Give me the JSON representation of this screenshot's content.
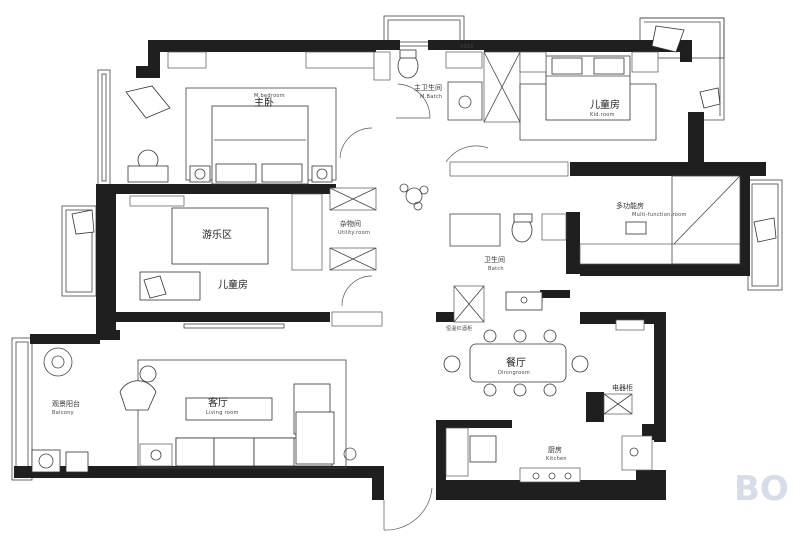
{
  "rooms": {
    "master_bedroom": {
      "cn": "主卧",
      "en": "M.bedroom"
    },
    "master_bath": {
      "cn": "主卫生间",
      "en": "M.Batch"
    },
    "kids_room_top": {
      "cn": "儿童房",
      "en": "Kid.room"
    },
    "play_area": {
      "cn": "游乐区"
    },
    "kids_room_left": {
      "cn": "儿童房"
    },
    "utility": {
      "cn": "杂物间",
      "en": "Utility.room"
    },
    "bath": {
      "cn": "卫生间",
      "en": "Batch"
    },
    "multi": {
      "cn": "多功能房",
      "en": "Multi-function.room"
    },
    "dining": {
      "cn": "餐厅",
      "en": "Diningroom"
    },
    "living": {
      "cn": "客厅",
      "en": "Living  room"
    },
    "balcony": {
      "cn": "观景阳台",
      "en": "Balcony"
    },
    "kitchen": {
      "cn": "厨房",
      "en": "Kitchen"
    },
    "appliance": {
      "cn": "电器柜"
    },
    "wine_cabinet": {
      "cn": "恒温红酒柜"
    }
  },
  "dimension_label": "4350",
  "watermark": "BO"
}
